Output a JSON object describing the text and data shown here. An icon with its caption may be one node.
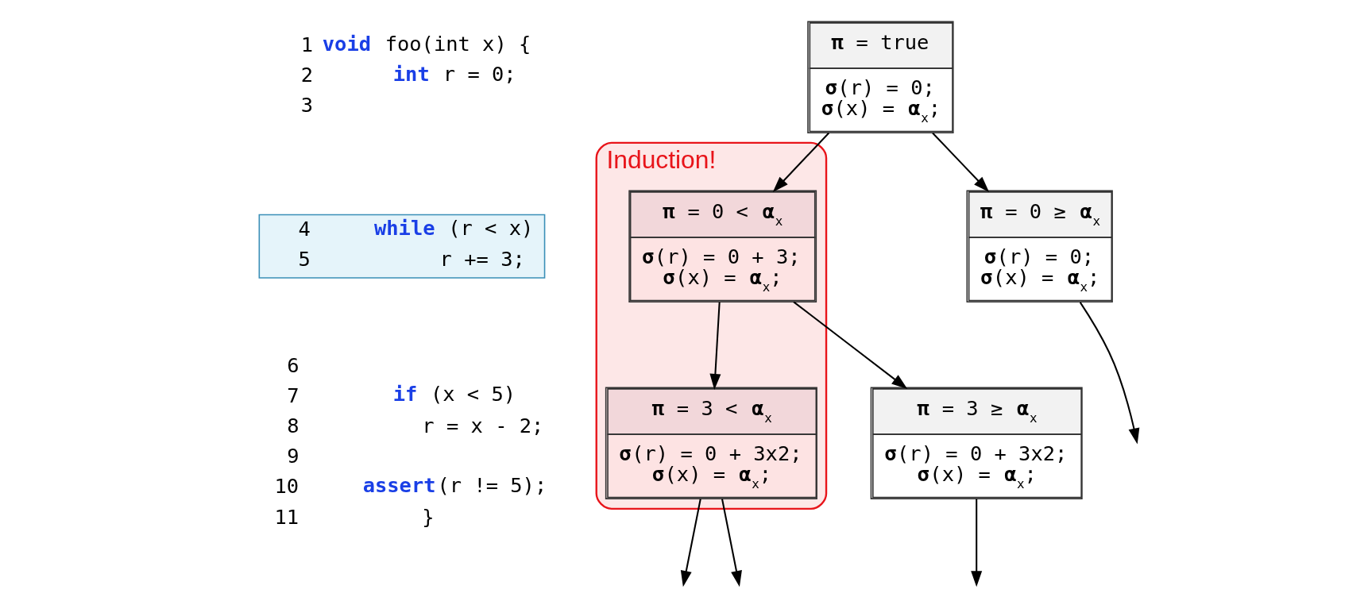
{
  "diagram": {
    "nodes": [
      {
        "text": [
          "4",
          "while (r < x)",
          "5",
          "r += 3;"
        ]
      },
      {
        "text": [
          "**π** = true",
          "**σ**(r) = 0; **σ**(x) = **α**$_{x}$;"
        ]
      },
      {
        "text": [
          "Induction!"
        ]
      },
      {
        "text": [
          "**π** = 0 < **α**$_{x}$",
          "**σ**(r) = 0 + 3; **σ**(x) = **α**$_{x}$;"
        ],
        "in": 2
      },
      {
        "text": [
          "**π** = 0 ≥ **α**$_{x}$",
          "**σ**(r) = 0; **σ**(x) = **α**$_{x}$;"
        ]
      },
      {
        "text": [
          "**π** = 3 < **α**$_{x}$",
          "**σ**(r) = 0 + 3x2; **σ**(x) = **α**$_{x}$;"
        ],
        "in": 2
      },
      {
        "text": [
          "**π** = 3 ≥ **α**$_{x}$",
          "**σ**(r) = 0 + 3x2; **σ**(x) = **α**$_{x}$;"
        ]
      }
    ],
    "edges": [
      {
        "from": 1,
        "to": 3,
        "arrow": "to"
      },
      {
        "from": 1,
        "to": 4,
        "arrow": "to"
      },
      {
        "from": 3,
        "to": 5,
        "arrow": "to"
      },
      {
        "from": 3,
        "to": 6,
        "arrow": "to"
      },
      {
        "from": 4,
        "to": null,
        "arrow": "to"
      },
      {
        "from": 5,
        "to": null,
        "arrow": "to"
      },
      {
        "from": 5,
        "to": null,
        "arrow": "to"
      },
      {
        "from": 6,
        "to": null,
        "arrow": "to"
      }
    ],
    "labels": [
      "1",
      "void foo(int x) {",
      "2",
      "int r = 0;",
      "3",
      "6",
      "7",
      "if (x < 5)",
      "8",
      "r = x - 2;",
      "9",
      "10",
      "assert(r != 5);",
      "11",
      "}"
    ]
  }
}
